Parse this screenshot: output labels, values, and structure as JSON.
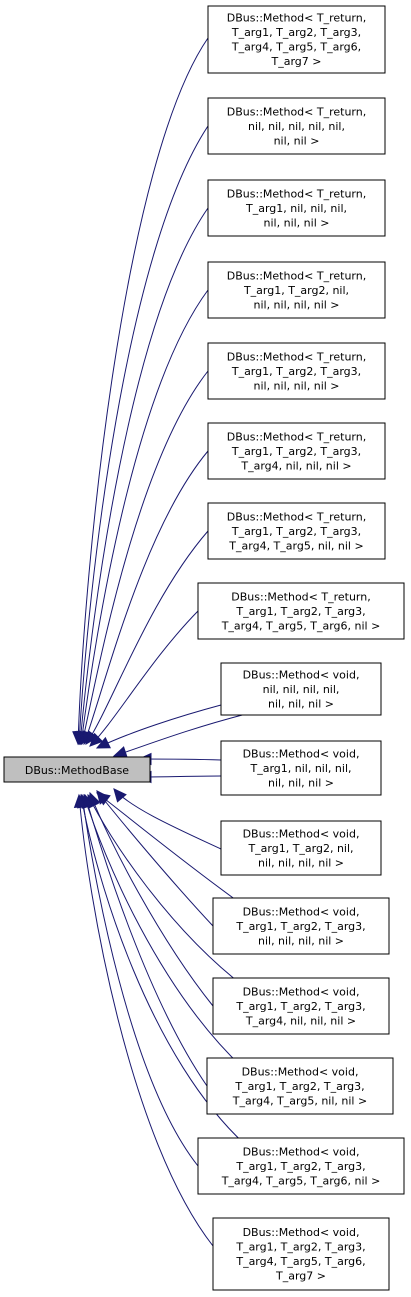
{
  "colors": {
    "edge": "#191970",
    "box_border": "#000000",
    "base_fill": "#bfbfbf",
    "node_fill": "#ffffff"
  },
  "base": {
    "label": "DBus::MethodBase"
  },
  "nodes": [
    {
      "lines": [
        "DBus::Method< T_return,",
        "T_arg1, T_arg2, T_arg3,",
        "T_arg4, T_arg5, T_arg6,",
        "T_arg7 >"
      ]
    },
    {
      "lines": [
        "DBus::Method< T_return,",
        "nil, nil, nil, nil, nil,",
        "nil, nil >"
      ]
    },
    {
      "lines": [
        "DBus::Method< T_return,",
        "T_arg1, nil, nil, nil,",
        "nil, nil, nil >"
      ]
    },
    {
      "lines": [
        "DBus::Method< T_return,",
        "T_arg1, T_arg2, nil,",
        "nil, nil, nil, nil >"
      ]
    },
    {
      "lines": [
        "DBus::Method< T_return,",
        "T_arg1, T_arg2, T_arg3,",
        "nil, nil, nil, nil >"
      ]
    },
    {
      "lines": [
        "DBus::Method< T_return,",
        "T_arg1, T_arg2, T_arg3,",
        "T_arg4, nil, nil, nil >"
      ]
    },
    {
      "lines": [
        "DBus::Method< T_return,",
        "T_arg1, T_arg2, T_arg3,",
        "T_arg4, T_arg5, nil, nil >"
      ]
    },
    {
      "lines": [
        "DBus::Method< T_return,",
        "T_arg1, T_arg2, T_arg3,",
        "T_arg4, T_arg5, T_arg6, nil >"
      ]
    },
    {
      "lines": [
        "DBus::Method< void,",
        "nil, nil, nil, nil,",
        "nil, nil, nil >"
      ]
    },
    {
      "lines": [
        "DBus::Method< void,",
        "T_arg1, nil, nil, nil,",
        "nil, nil, nil >"
      ]
    },
    {
      "lines": [
        "DBus::Method< void,",
        "T_arg1, T_arg2, nil,",
        "nil, nil, nil, nil >"
      ]
    },
    {
      "lines": [
        "DBus::Method< void,",
        "T_arg1, T_arg2, T_arg3,",
        "nil, nil, nil, nil >"
      ]
    },
    {
      "lines": [
        "DBus::Method< void,",
        "T_arg1, T_arg2, T_arg3,",
        "T_arg4, nil, nil, nil >"
      ]
    },
    {
      "lines": [
        "DBus::Method< void,",
        "T_arg1, T_arg2, T_arg3,",
        "T_arg4, T_arg5, nil, nil >"
      ]
    },
    {
      "lines": [
        "DBus::Method< void,",
        "T_arg1, T_arg2, T_arg3,",
        "T_arg4, T_arg5, T_arg6, nil >"
      ]
    },
    {
      "lines": [
        "DBus::Method< void,",
        "T_arg1, T_arg2, T_arg3,",
        "T_arg4, T_arg5, T_arg6,",
        "T_arg7 >"
      ]
    }
  ]
}
